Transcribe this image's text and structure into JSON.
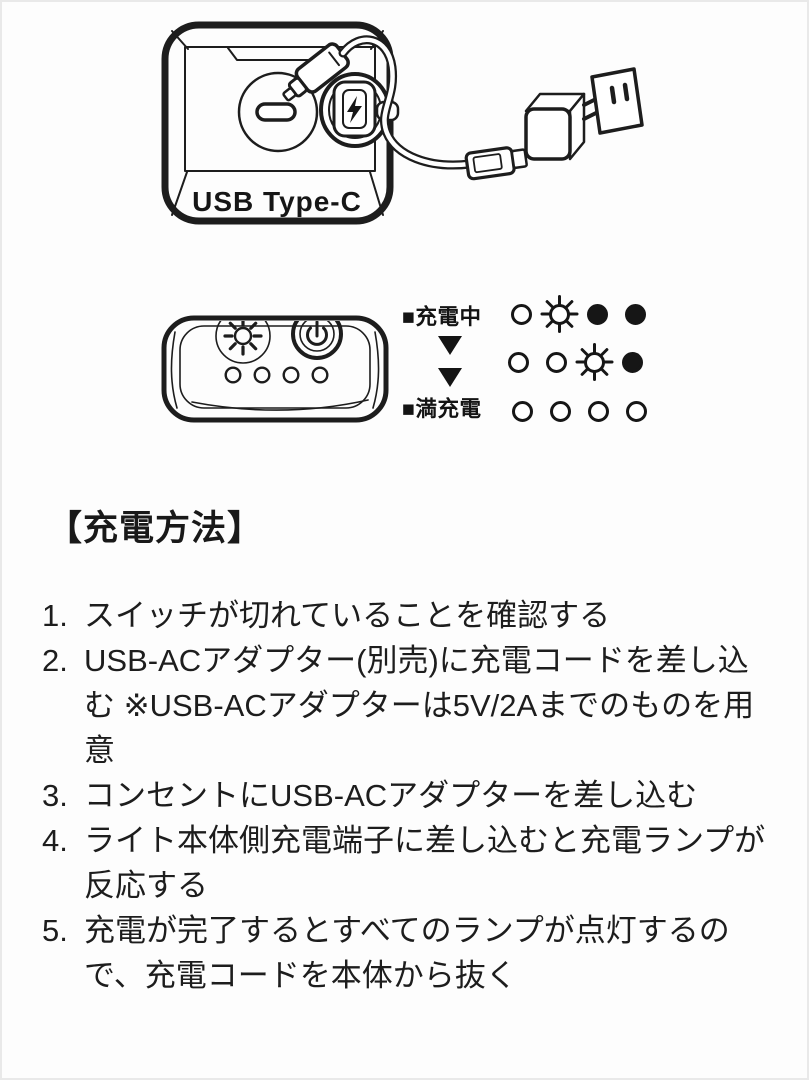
{
  "page": {
    "background": "#fdfdfd",
    "ink": "#1d1d1d",
    "frame_border": "#e9e9e9"
  },
  "top_figure": {
    "panel_label": "USB Type-C"
  },
  "icons": {
    "down_arrow": "▼",
    "lamp_lit": "○",
    "lamp_blink": "☼",
    "lamp_off": "●",
    "charge_bolt": "⚡",
    "power_symbol": "⏻",
    "brightness_sun": "☀"
  },
  "lamp_chart": {
    "rows": [
      {
        "label": "■充電中",
        "lamps": [
          "lit",
          "blink",
          "off",
          "off"
        ]
      },
      {
        "label": "",
        "lamps": [
          "lit",
          "lit",
          "blink",
          "off"
        ]
      },
      {
        "label": "■満充電",
        "lamps": [
          "lit",
          "lit",
          "lit",
          "lit"
        ]
      }
    ]
  },
  "instructions": {
    "heading": "【充電方法】",
    "steps": [
      {
        "num": "1.",
        "text": "スイッチが切れていることを確認する"
      },
      {
        "num": "2.",
        "text": "USB-ACアダプター(別売)に充電コードを差し込む ※USB-ACアダプターは5V/2Aまでのものを用意"
      },
      {
        "num": "3.",
        "text": "コンセントにUSB-ACアダプターを差し込む"
      },
      {
        "num": "4.",
        "text": "ライト本体側充電端子に差し込むと充電ランプが反応する"
      },
      {
        "num": "5.",
        "text": "充電が完了するとすべてのランプが点灯するので、充電コードを本体から抜く"
      }
    ]
  }
}
